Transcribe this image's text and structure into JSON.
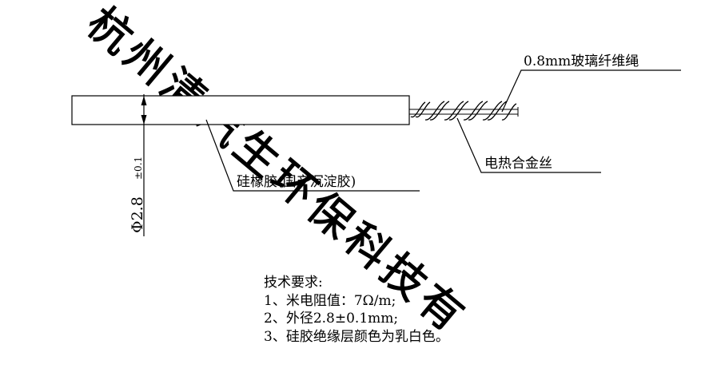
{
  "watermark": "杭州清汽生环保科技有",
  "labels": {
    "fiber_cord": "0.8mm玻璃纤维绳",
    "heating_wire": "电热合金丝",
    "silicone": "硅橡胶(国产沉淀胶)",
    "diameter": "Φ2.8",
    "tolerance": "±0.1"
  },
  "notes": {
    "title": "技术要求:",
    "items": [
      "1、米电阻值：7Ω/m;",
      "2、外径2.8±0.1mm;",
      "3、硅胶绝缘层颜色为乳白色。"
    ]
  }
}
